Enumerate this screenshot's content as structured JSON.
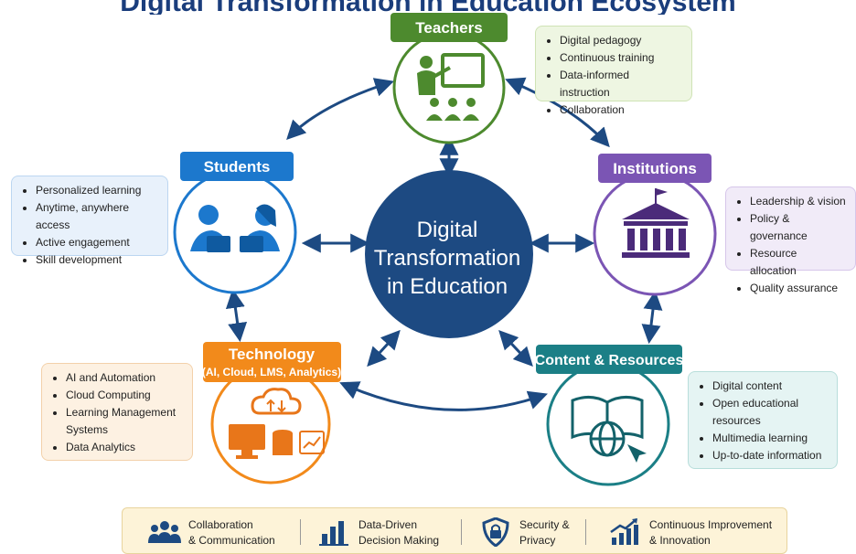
{
  "title": "Digital Transformation in Education Ecosystem",
  "center": {
    "line1": "Digital",
    "line2": "Transformation",
    "line3": "in Education"
  },
  "teachers": {
    "label": "Teachers",
    "items": [
      "Digital pedagogy",
      "Continuous training",
      "Data-informed instruction",
      "Collaboration"
    ]
  },
  "students": {
    "label": "Students",
    "items": [
      "Personalized learning",
      "Anytime, anywhere access",
      "Active engagement",
      "Skill development"
    ]
  },
  "institutions": {
    "label": "Institutions",
    "items": [
      "Leadership & vision",
      "Policy & governance",
      "Resource allocation",
      "Quality assurance"
    ]
  },
  "technology": {
    "label": "Technology",
    "sublabel": "(AI, Cloud, LMS, Analytics)",
    "items": [
      "AI and Automation",
      "Cloud Computing",
      "Learning Management",
      "Systems",
      "Data Analytics"
    ]
  },
  "content": {
    "label": "Content & Resources",
    "items": [
      "Digital content",
      "Open educational",
      "resources",
      "Multimedia learning",
      "Up-to-date information"
    ]
  },
  "bottom": [
    {
      "line1": "Collaboration",
      "line2": "& Communication",
      "icon": "people-group-icon"
    },
    {
      "line1": "Data-Driven",
      "line2": "Decision Making",
      "icon": "bar-chart-icon"
    },
    {
      "line1": "Security &",
      "line2": "Privacy",
      "icon": "shield-lock-icon"
    },
    {
      "line1": "Continuous Improvement",
      "line2": "& Innovation",
      "icon": "growth-chart-icon"
    }
  ],
  "colors": {
    "navy": "#1d4a82",
    "teachers": "#4d8a2e",
    "students": "#1c78cd",
    "institutions": "#7b55b4",
    "technology": "#f28a1b",
    "content": "#1b7f86"
  }
}
